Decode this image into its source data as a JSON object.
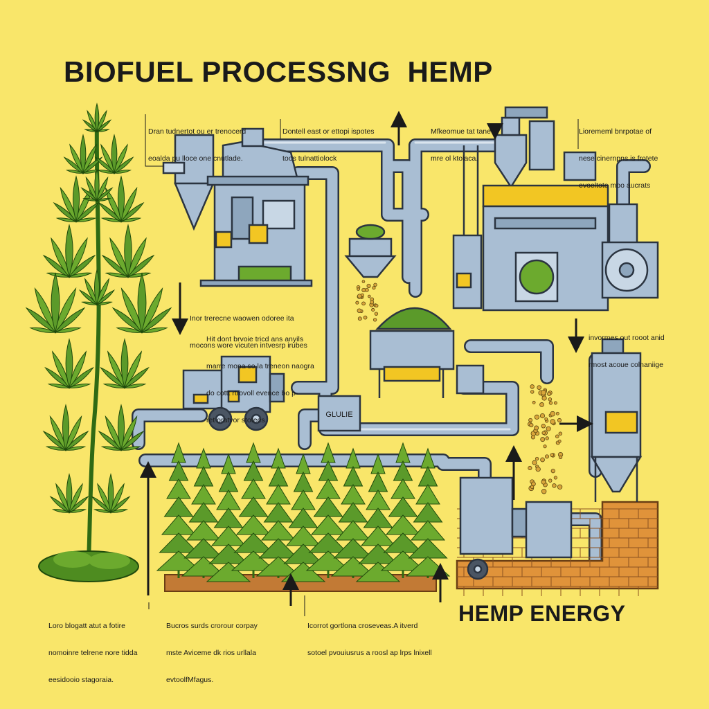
{
  "title": "BIOFUEL PROCESSNG  HEMP",
  "footer_title": "HEMP ENERGY",
  "colors": {
    "background": "#f9e66a",
    "machine": "#a9bed3",
    "outline": "#2b3440",
    "plant": "#5b9a2a",
    "brick": "#e0933a"
  },
  "notes": [
    {
      "id": "n1",
      "lines": [
        "Dran tudnertot ou er trenocerd",
        "eoalda pu lloce one cnutlade."
      ]
    },
    {
      "id": "n2",
      "lines": [
        "Dontell east or ettopi ispotes",
        "toos tulnattiolock"
      ]
    },
    {
      "id": "n3",
      "lines": [
        "Mfkeomue tat tanety",
        "mre ol ktolaca."
      ]
    },
    {
      "id": "n4",
      "lines": [
        "Liorememl bnrpotae of",
        "nese cinernpns is frotete",
        "evoeltote moo aucrats"
      ]
    },
    {
      "id": "n5",
      "lines": [
        "Inor trerecne waowen odoree ita",
        "mocons wore vicuten intvesrp irubes"
      ]
    },
    {
      "id": "n6",
      "lines": [
        "Hit dont brvoie tricd ans anyils",
        "marre mona so la treneon naogra",
        "do cottt rtrovoll evence bo p-",
        "ret oratvor stotees."
      ]
    },
    {
      "id": "n7",
      "lines": [
        "invormes out rooot anid",
        "rmost acoue colnaniige"
      ]
    },
    {
      "id": "n8",
      "lines": [
        "Loro blogatt atut a fotire",
        "nomoinre telrene nore tidda",
        "eesidooio stagoraia."
      ]
    },
    {
      "id": "n9",
      "lines": [
        "Bucros surds crorour corpay",
        "mste Aviceme dk rios urllala",
        "evtoolfMfagus."
      ]
    },
    {
      "id": "n10",
      "lines": [
        "Icorrot gortlona croseveas.A itverd",
        "sotoel pvouiusrus a roosl ap lrps lnixell"
      ]
    }
  ],
  "labels": {
    "unit_sign": "GLULIE"
  }
}
